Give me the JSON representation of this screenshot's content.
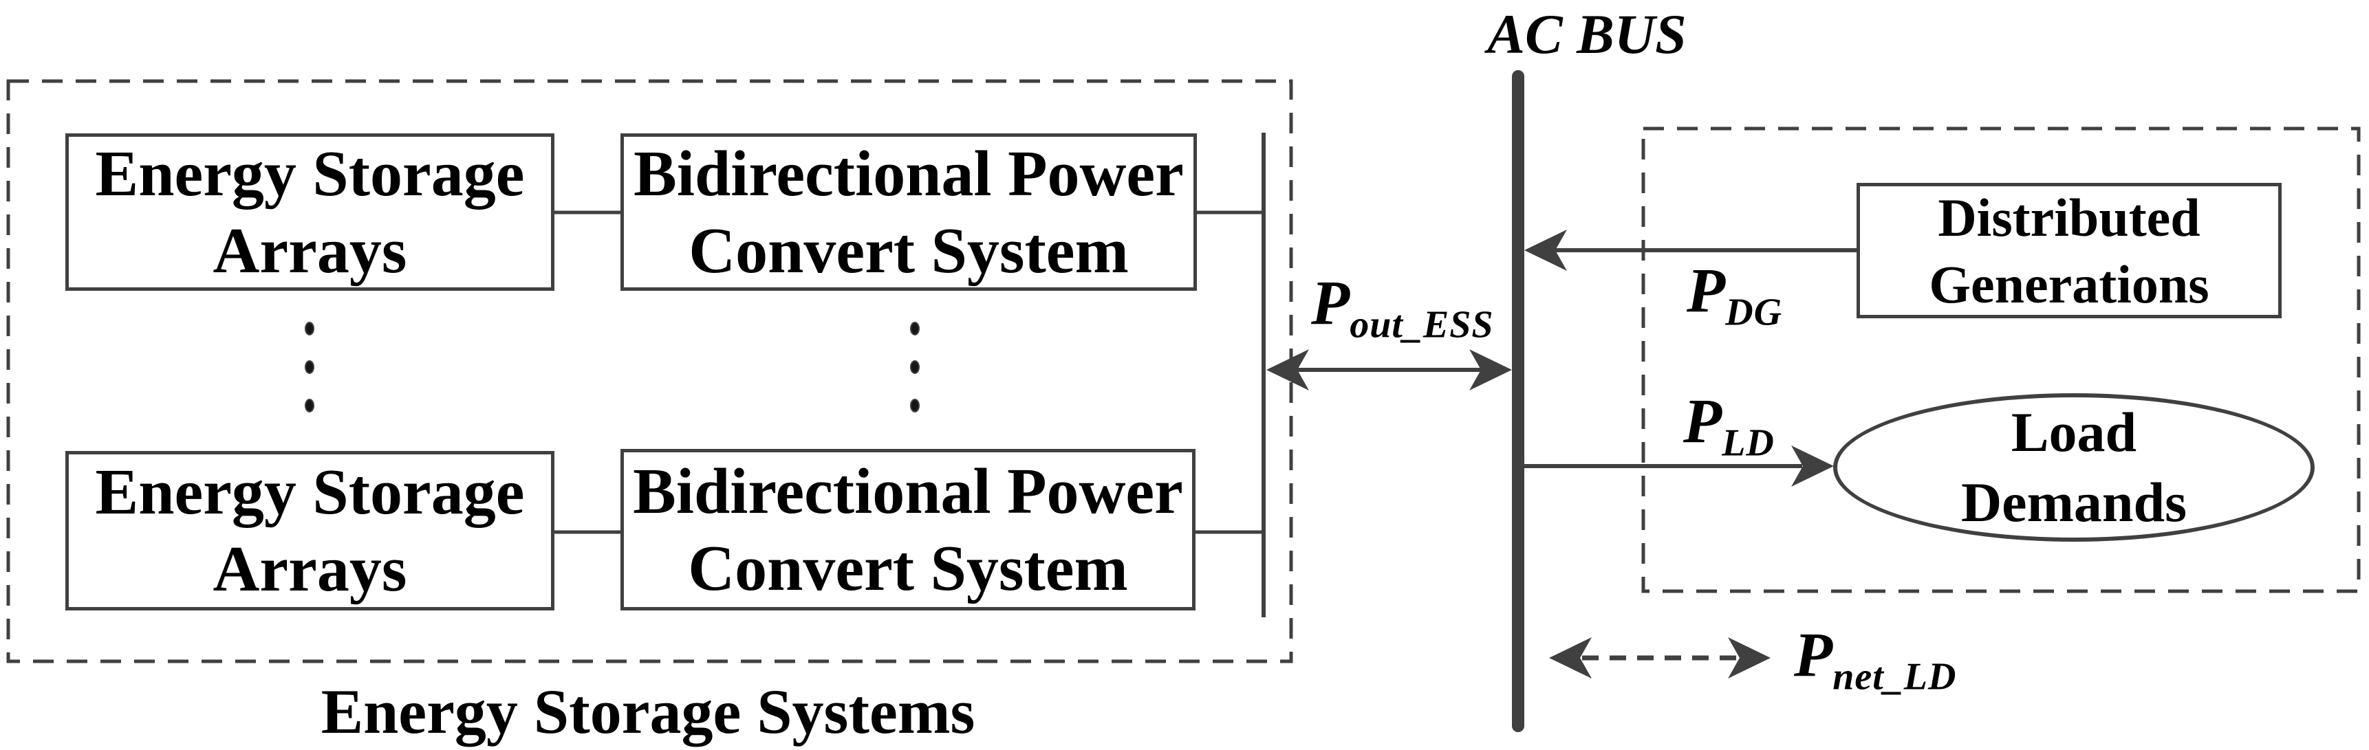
{
  "ac_bus": {
    "label": "AC BUS"
  },
  "ess": {
    "caption": "Energy Storage Systems",
    "storage_box": {
      "lines": [
        "Energy Storage",
        "Arrays"
      ]
    },
    "converter_box": {
      "lines": [
        "Bidirectional Power",
        "Convert System"
      ]
    }
  },
  "demand_side": {
    "dg_box": {
      "lines": [
        "Distributed",
        "Generations"
      ]
    },
    "load_ellipse": {
      "lines": [
        "Load",
        "Demands"
      ]
    }
  },
  "flows": {
    "p_out_ess": {
      "base": "P",
      "sub": "out_ESS"
    },
    "p_dg": {
      "base": "P",
      "sub": "DG"
    },
    "p_ld": {
      "base": "P",
      "sub": "LD"
    },
    "p_net_ld": {
      "base": "P",
      "sub": "net_LD"
    }
  },
  "colors": {
    "line": "#404040",
    "text": "#000000",
    "background": "#ffffff"
  }
}
